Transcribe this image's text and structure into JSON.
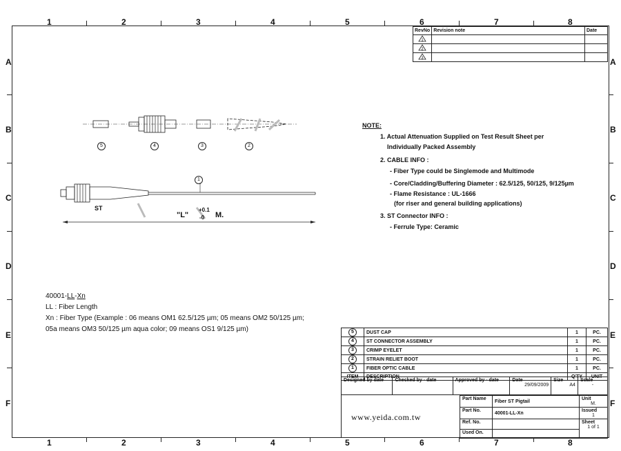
{
  "zones": {
    "columns": [
      "1",
      "2",
      "3",
      "4",
      "5",
      "6",
      "7",
      "8"
    ],
    "rows": [
      "A",
      "B",
      "C",
      "D",
      "E",
      "F"
    ]
  },
  "revision": {
    "headers": [
      "RevNo",
      "Revision note",
      "Date"
    ],
    "rows": [
      "1",
      "2",
      "3"
    ]
  },
  "drawing": {
    "parts": [
      "5",
      "4",
      "3",
      "2"
    ],
    "label_1": "1",
    "st": "ST",
    "length_label": "\"L\"",
    "tol_plus": "+0.1",
    "tol_minus": "-0",
    "unit_m": "M."
  },
  "notes": {
    "title": "NOTE:",
    "lines": [
      "1. Actual Attenuation Supplied on Test Result Sheet per",
      "Individually Packed Assembly",
      "2. CABLE INFO :",
      "- Fiber Type could be Singlemode and Multimode",
      "- Core/Cladding/Buffering Diameter : 62.5/125, 50/125, 9/125µm",
      "- Flame Resistance : UL-1666",
      "(for riser and general building applications)",
      "3. ST  Connector  INFO :",
      "- Ferrule Type: Ceramic"
    ]
  },
  "part_number": {
    "code_prefix": "40001-",
    "code_ll": "LL",
    "code_dash": "-",
    "code_xn": "Xn",
    "line1": "LL : Fiber Length",
    "line2": "Xn : Fiber Type (Example : 06 means OM1 62.5/125 µm; 05 means OM2 50/125 µm;",
    "line3": "05a means OM3 50/125 µm aqua color; 09 means OS1 9/125 µm)"
  },
  "bom": {
    "rows": [
      {
        "item": "5",
        "desc": "DUST CAP",
        "qty": "1",
        "unit": "PC."
      },
      {
        "item": "4",
        "desc": "ST CONNECTOR ASSEMBLY",
        "qty": "1",
        "unit": "PC."
      },
      {
        "item": "3",
        "desc": "CRIMP EYELET",
        "qty": "1",
        "unit": "PC."
      },
      {
        "item": "2",
        "desc": "STRAIN RELIET BOOT",
        "qty": "1",
        "unit": "PC."
      },
      {
        "item": "1",
        "desc": "FIBER OPTIC CABLE",
        "qty": "1",
        "unit": "PC."
      }
    ],
    "header": {
      "item": "ITEM",
      "desc": "DESCRIPTION",
      "qty": "Q'TY",
      "unit": "UNIT"
    }
  },
  "title_block": {
    "designed_by": "Designed by  date",
    "checked_by": "Checked by - date",
    "approved_by": "Approved by - date",
    "date_label": "Date",
    "date_value": "29/09/2009",
    "size_label": "Size",
    "size_value": "A4",
    "scale_label": "Scale",
    "scale_value": "-",
    "part_name_label": "Part  Name",
    "part_name_value": "Fiber ST  Pigtail",
    "unit_label": "Unit",
    "unit_value": "M.",
    "part_no_label": "Part  No.",
    "part_no_value": "40001-LL-Xn",
    "issued_label": "Issued",
    "issued_value": "1",
    "ref_label": "Ref. No.",
    "sheet_label": "Sheet",
    "sheet_value": "1 of 1",
    "used_label": "Used On.",
    "website": "www.yeida.com.tw"
  }
}
